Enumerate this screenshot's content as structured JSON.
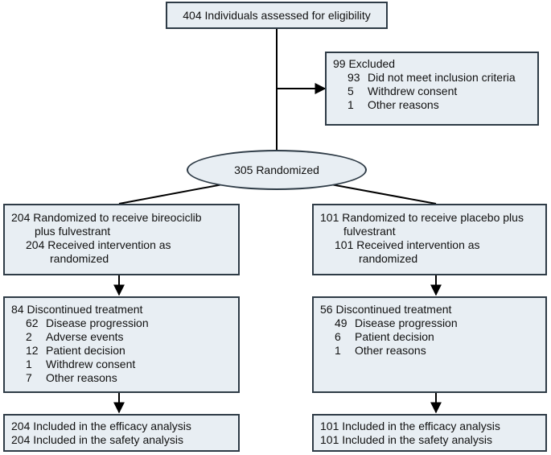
{
  "assessed": {
    "count": "404",
    "text": "Individuals assessed for eligibility"
  },
  "excluded": {
    "count": "99",
    "text": "Excluded",
    "reasons": [
      {
        "count": "93",
        "text": "Did not meet inclusion criteria"
      },
      {
        "count": "5",
        "text": "Withdrew consent"
      },
      {
        "count": "1",
        "text": "Other reasons"
      }
    ]
  },
  "randomized": {
    "count": "305",
    "text": "Randomized"
  },
  "arms": [
    {
      "allocation": {
        "count": "204",
        "line1": "Randomized to receive bireociclib",
        "line2": "plus fulvestrant"
      },
      "received": {
        "count": "204",
        "line1": "Received intervention as",
        "line2": "randomized"
      },
      "discontinued": {
        "count": "84",
        "text": "Discontinued treatment",
        "reasons": [
          {
            "count": "62",
            "text": "Disease progression"
          },
          {
            "count": "2",
            "text": "Adverse events"
          },
          {
            "count": "12",
            "text": "Patient decision"
          },
          {
            "count": "1",
            "text": "Withdrew consent"
          },
          {
            "count": "7",
            "text": "Other reasons"
          }
        ]
      },
      "analysis": [
        {
          "count": "204",
          "text": "Included in the efficacy analysis"
        },
        {
          "count": "204",
          "text": "Included in the safety analysis"
        }
      ]
    },
    {
      "allocation": {
        "count": "101",
        "line1": "Randomized to receive placebo plus",
        "line2": "fulvestrant"
      },
      "received": {
        "count": "101",
        "line1": "Received intervention as",
        "line2": "randomized"
      },
      "discontinued": {
        "count": "56",
        "text": "Discontinued treatment",
        "reasons": [
          {
            "count": "49",
            "text": "Disease progression"
          },
          {
            "count": "6",
            "text": "Patient decision"
          },
          {
            "count": "1",
            "text": "Other reasons"
          }
        ]
      },
      "analysis": [
        {
          "count": "101",
          "text": "Included in the efficacy analysis"
        },
        {
          "count": "101",
          "text": "Included in the safety analysis"
        }
      ]
    }
  ],
  "colors": {
    "box_fill": "#e8eef3",
    "border": "#2e3b46",
    "line": "#000000"
  }
}
